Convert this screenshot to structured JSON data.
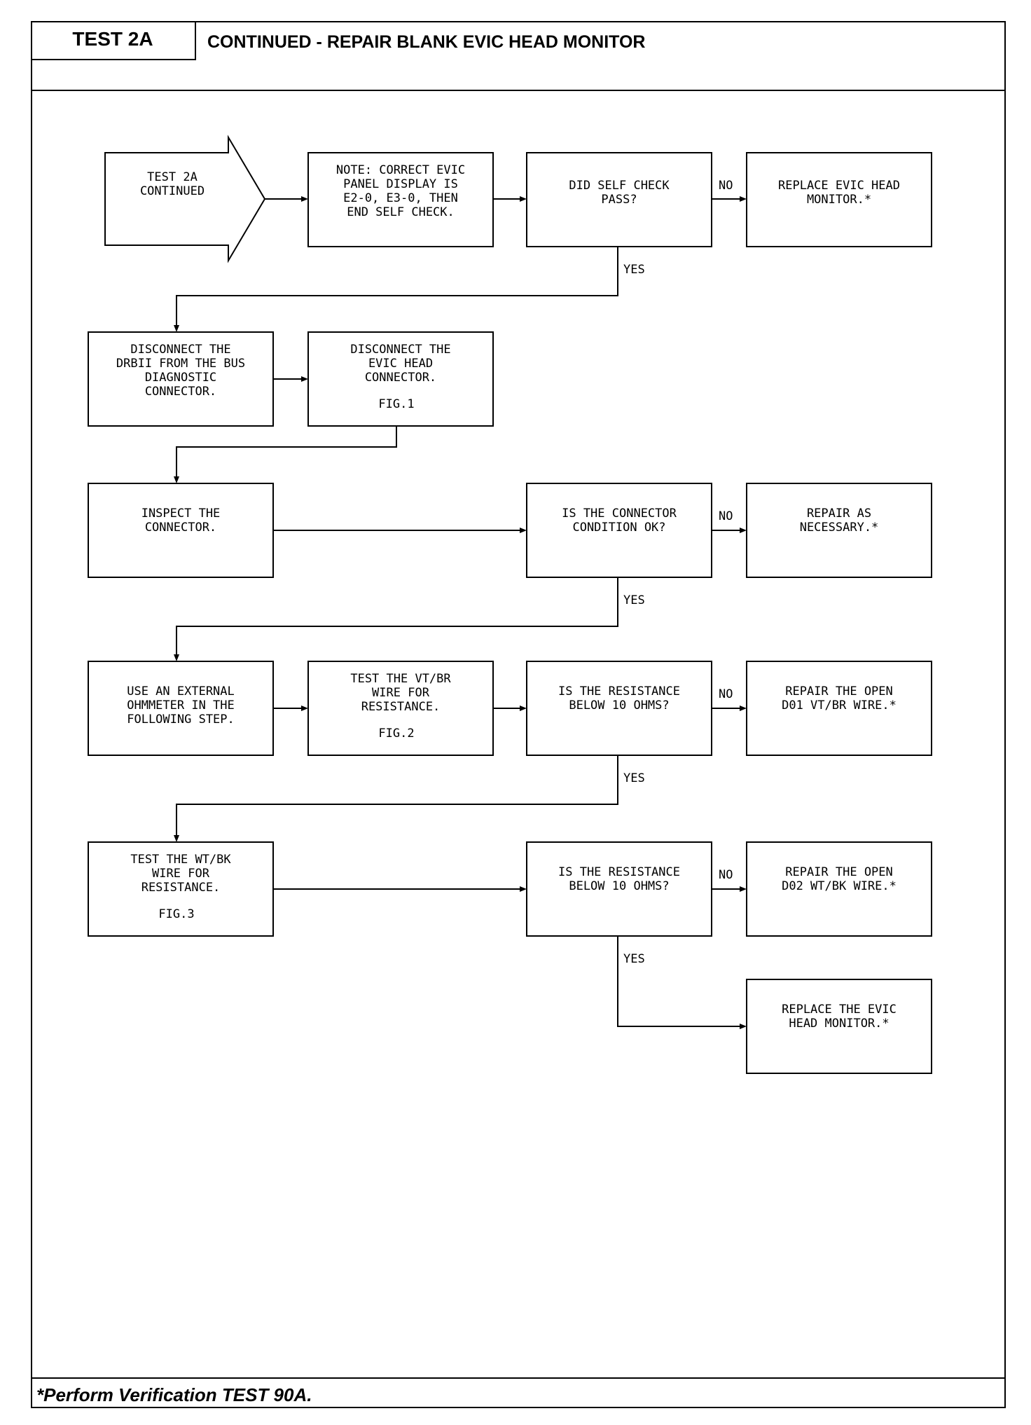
{
  "header": {
    "test_label": "TEST 2A",
    "title": "CONTINUED - REPAIR BLANK EVIC HEAD MONITOR"
  },
  "flowchart": {
    "start": [
      "TEST 2A",
      "CONTINUED"
    ],
    "note": [
      "NOTE: CORRECT EVIC",
      "PANEL DISPLAY IS",
      "E2-0, E3-0, THEN",
      "END SELF CHECK."
    ],
    "q_self_check": [
      "DID SELF CHECK",
      "PASS?"
    ],
    "replace_head_1": [
      "REPLACE EVIC HEAD",
      "MONITOR.*"
    ],
    "disconnect_drb": [
      "DISCONNECT THE",
      "DRBII FROM THE BUS",
      "DIAGNOSTIC",
      "CONNECTOR."
    ],
    "disconnect_head": [
      "DISCONNECT THE",
      "EVIC HEAD",
      "CONNECTOR."
    ],
    "fig1": "FIG.1",
    "inspect": [
      "INSPECT THE",
      "CONNECTOR."
    ],
    "q_connector": [
      "IS THE CONNECTOR",
      "CONDITION OK?"
    ],
    "repair_nec": [
      "REPAIR AS",
      "NECESSARY.*"
    ],
    "use_ohmmeter": [
      "USE AN EXTERNAL",
      "OHMMETER IN THE",
      "FOLLOWING STEP."
    ],
    "test_vtbr": [
      "TEST THE VT/BR",
      "WIRE FOR",
      "RESISTANCE."
    ],
    "fig2": "FIG.2",
    "q_res_1": [
      "IS THE RESISTANCE",
      "BELOW 10 OHMS?"
    ],
    "repair_d01": [
      "REPAIR THE OPEN",
      "D01 VT/BR WIRE.*"
    ],
    "test_wtbk": [
      "TEST THE WT/BK",
      "WIRE FOR",
      "RESISTANCE."
    ],
    "fig3": "FIG.3",
    "q_res_2": [
      "IS THE RESISTANCE",
      "BELOW 10 OHMS?"
    ],
    "repair_d02": [
      "REPAIR THE OPEN",
      "D02 WT/BK WIRE.*"
    ],
    "replace_head_2": [
      "REPLACE THE EVIC",
      "HEAD MONITOR.*"
    ],
    "labels": {
      "yes": "YES",
      "no": "NO"
    }
  },
  "footer": {
    "note": "*Perform Verification TEST 90A."
  }
}
